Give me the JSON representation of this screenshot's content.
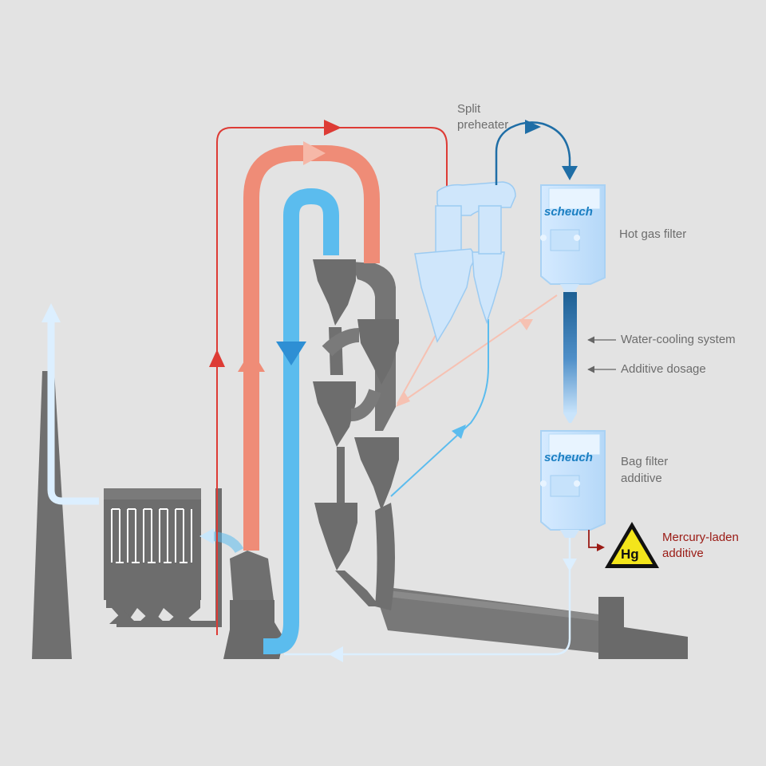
{
  "labels": {
    "split_preheater_line1": "Split",
    "split_preheater_line2": "preheater",
    "hot_gas_filter": "Hot gas filter",
    "water_cooling_system": "Water-cooling system",
    "additive_dosage": "Additive dosage",
    "bag_filter_line1": "Bag filter",
    "bag_filter_line2": "additive",
    "mercury_line1": "Mercury-laden",
    "mercury_line2": "additive"
  },
  "brand_top": "scheuch",
  "brand_bottom": "scheuch",
  "hazard_symbol": "Hg",
  "colors": {
    "background": "#e3e3e3",
    "hot_gas_red": "#dd3b35",
    "hot_gas_salmon": "#ef8c77",
    "cold_gas_blue": "#5bbcee",
    "pale_blue": "#dcefff",
    "dark_blue": "#1f6ea6",
    "equipment_gray": "#6e6e6e",
    "mercury_red": "#9a1a14",
    "hazard_yellow": "#f3e51b"
  }
}
